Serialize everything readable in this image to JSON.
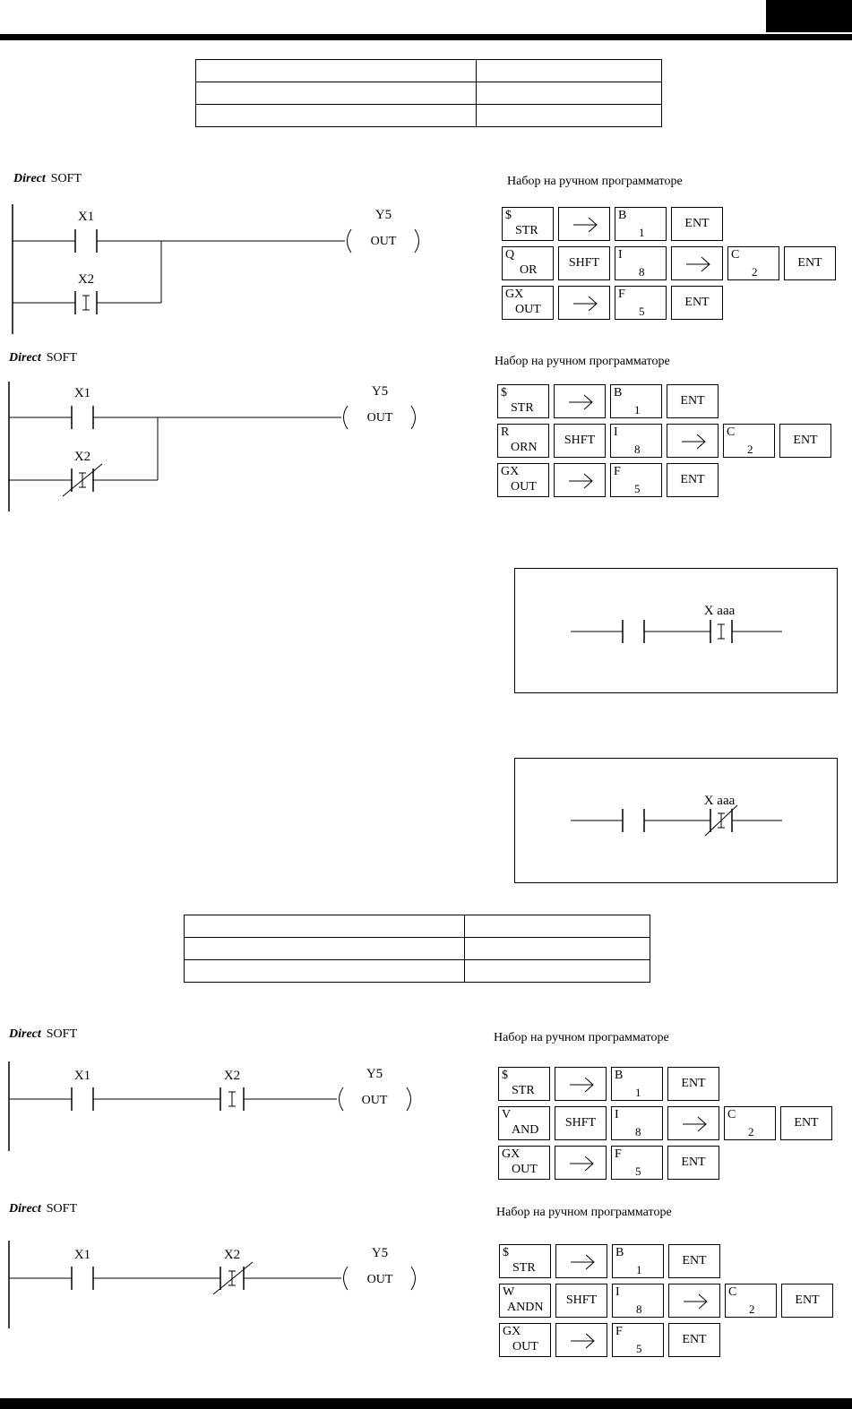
{
  "direct_soft": {
    "brand": "Direct",
    "suffix": "SOFT"
  },
  "hhp_title": "Набор на ручном программаторе",
  "rungs": {
    "x1": "X1",
    "x2": "X2",
    "y5": "Y5",
    "out": "OUT"
  },
  "box_label": "X aaa",
  "keys": {
    "str": {
      "top": "$",
      "bottom": "STR"
    },
    "or": {
      "top": "Q",
      "bottom": "OR"
    },
    "orn": {
      "top": "R",
      "bottom": "ORN"
    },
    "and": {
      "top": "V",
      "bottom": "AND"
    },
    "andn": {
      "top": "W",
      "bottom": "ANDN"
    },
    "out": {
      "top": "GX",
      "bottom": "OUT"
    },
    "b1": {
      "top": "B",
      "sub": "1"
    },
    "i8": {
      "top": "I",
      "sub": "8"
    },
    "c2": {
      "top": "C",
      "sub": "2"
    },
    "f5": {
      "top": "F",
      "sub": "5"
    },
    "shft": "SHFT",
    "ent": "ENT"
  }
}
